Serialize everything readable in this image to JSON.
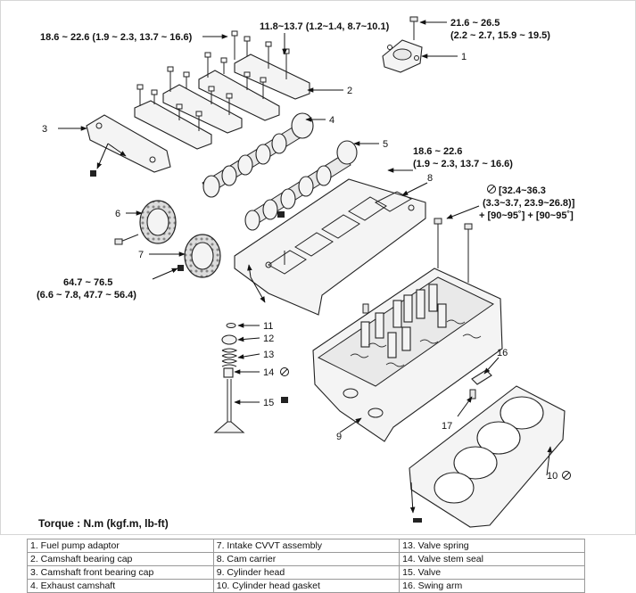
{
  "torque_label": "Torque : N.m (kgf.m, lb-ft)",
  "callouts": {
    "t1": "18.6 ~ 22.6 (1.9 ~ 2.3, 13.7 ~ 16.6)",
    "t2": "11.8~13.7 (1.2~1.4, 8.7~10.1)",
    "t3a": "21.6 ~ 26.5",
    "t3b": "(2.2 ~ 2.7, 15.9 ~ 19.5)",
    "t4a": "18.6 ~ 22.6",
    "t4b": "(1.9 ~ 2.3, 13.7 ~ 16.6)",
    "t5a": "[32.4~36.3",
    "t5b": "(3.3~3.7, 23.9~26.8)]",
    "t5c": "+ [90~95˚] + [90~95˚]",
    "t6a": "64.7 ~ 76.5",
    "t6b": "(6.6 ~ 7.8, 47.7 ~ 56.4)"
  },
  "part_numbers": {
    "n1": "1",
    "n2": "2",
    "n3": "3",
    "n4": "4",
    "n5": "5",
    "n6": "6",
    "n7": "7",
    "n8": "8",
    "n9": "9",
    "n10": "10",
    "n11": "11",
    "n12": "12",
    "n13": "13",
    "n14": "14",
    "n15": "15",
    "n16": "16",
    "n17": "17"
  },
  "legend": [
    [
      "1. Fuel pump adaptor",
      "7. Intake CVVT assembly",
      "13. Valve spring"
    ],
    [
      "2. Camshaft bearing cap",
      "8. Cam carrier",
      "14. Valve stem seal"
    ],
    [
      "3. Camshaft front bearing cap",
      "9. Cylinder head",
      "15. Valve"
    ],
    [
      "4. Exhaust camshaft",
      "10. Cylinder head gasket",
      "16. Swing arm"
    ]
  ]
}
